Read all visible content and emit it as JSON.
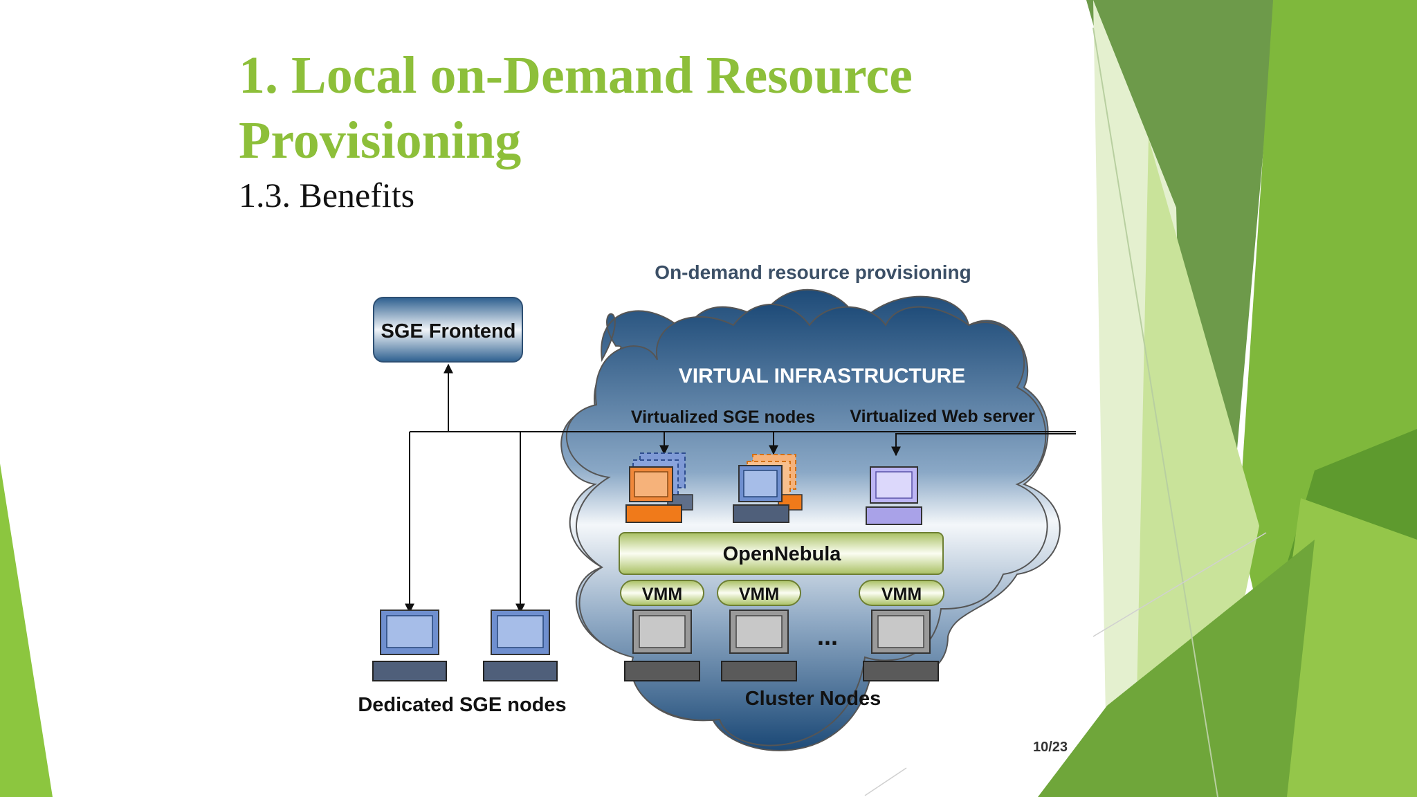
{
  "slide": {
    "title_line1": "1. Local on-Demand Resource",
    "title_line2": "Provisioning",
    "subtitle": "1.3. Benefits"
  },
  "diagram": {
    "heading": "On-demand resource provisioning",
    "frontend_label": "SGE Frontend",
    "cloud_title": "VIRTUAL INFRASTRUCTURE",
    "virtualized_sge_label": "Virtualized SGE nodes",
    "virtualized_web_label": "Virtualized Web server",
    "opennebula_label": "OpenNebula",
    "vmm_labels": [
      "VMM",
      "VMM",
      "VMM"
    ],
    "ellipsis": "...",
    "cluster_label": "Cluster Nodes",
    "dedicated_label": "Dedicated SGE nodes",
    "page_number": "10/23"
  },
  "colors": {
    "title_green": "#8dbf3a",
    "accent_green_dark": "#5e8f2a",
    "accent_green_light": "#c9e39a",
    "cloud_blue_dark": "#1e4b78",
    "vm_orange": "#f08a2c",
    "vm_blue": "#6f8fcf",
    "web_purple": "#b8b0f0"
  }
}
